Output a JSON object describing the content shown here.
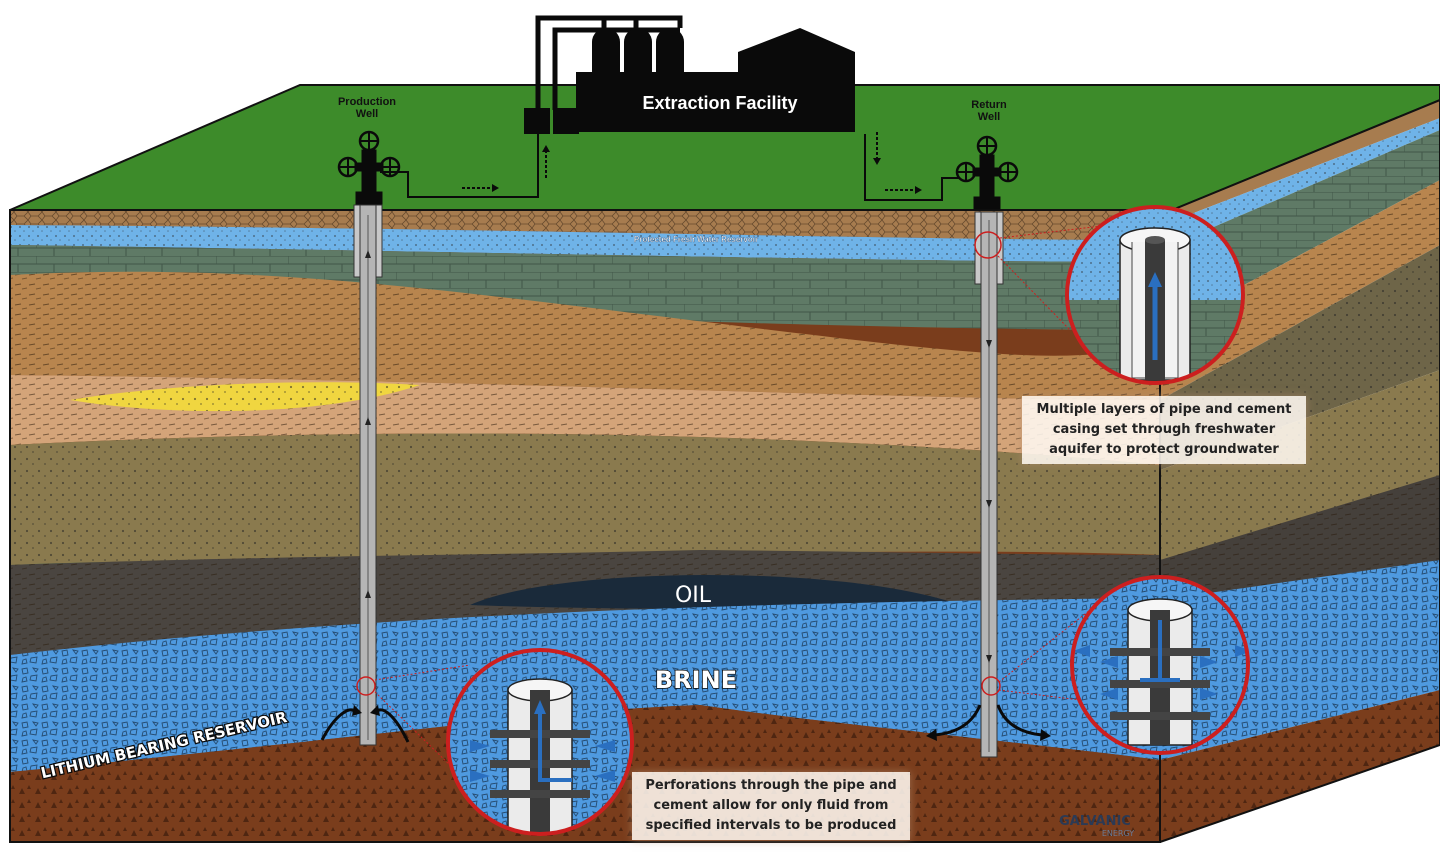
{
  "facility": {
    "label": "Extraction Facility"
  },
  "wells": {
    "production": {
      "line1": "Production",
      "line2": "Well"
    },
    "return": {
      "line1": "Return",
      "line2": "Well"
    }
  },
  "layers": {
    "fresh_water": "Protected Fresh Water Reservoir",
    "oil": "OIL",
    "brine": "BRINE",
    "lithium": "LITHIUM BEARING RESERVOIR"
  },
  "callouts": {
    "casing": [
      "Multiple layers of pipe and cement",
      "casing set through freshwater",
      "aquifer to protect groundwater"
    ],
    "perforations": [
      "Perforations through the pipe and",
      "cement allow for only fluid from",
      "specified intervals to be produced"
    ]
  },
  "logo": {
    "name": "GALVANIC",
    "sub": "ENERGY"
  },
  "colors": {
    "grass": "#3d8b2a",
    "fresh_water": "#6fb3e8",
    "shale_green": "#5f7a66",
    "sand_brown": "#b8854e",
    "sand_light": "#d4a479",
    "olive": "#8a7a4e",
    "dark_shale": "#4a4540",
    "oil": "#1a2a3a",
    "brine": "#4f9ae0",
    "bedrock": "#7a3d1c",
    "yellow_lens": "#f0d640",
    "callout_border": "#cc1f1f"
  }
}
